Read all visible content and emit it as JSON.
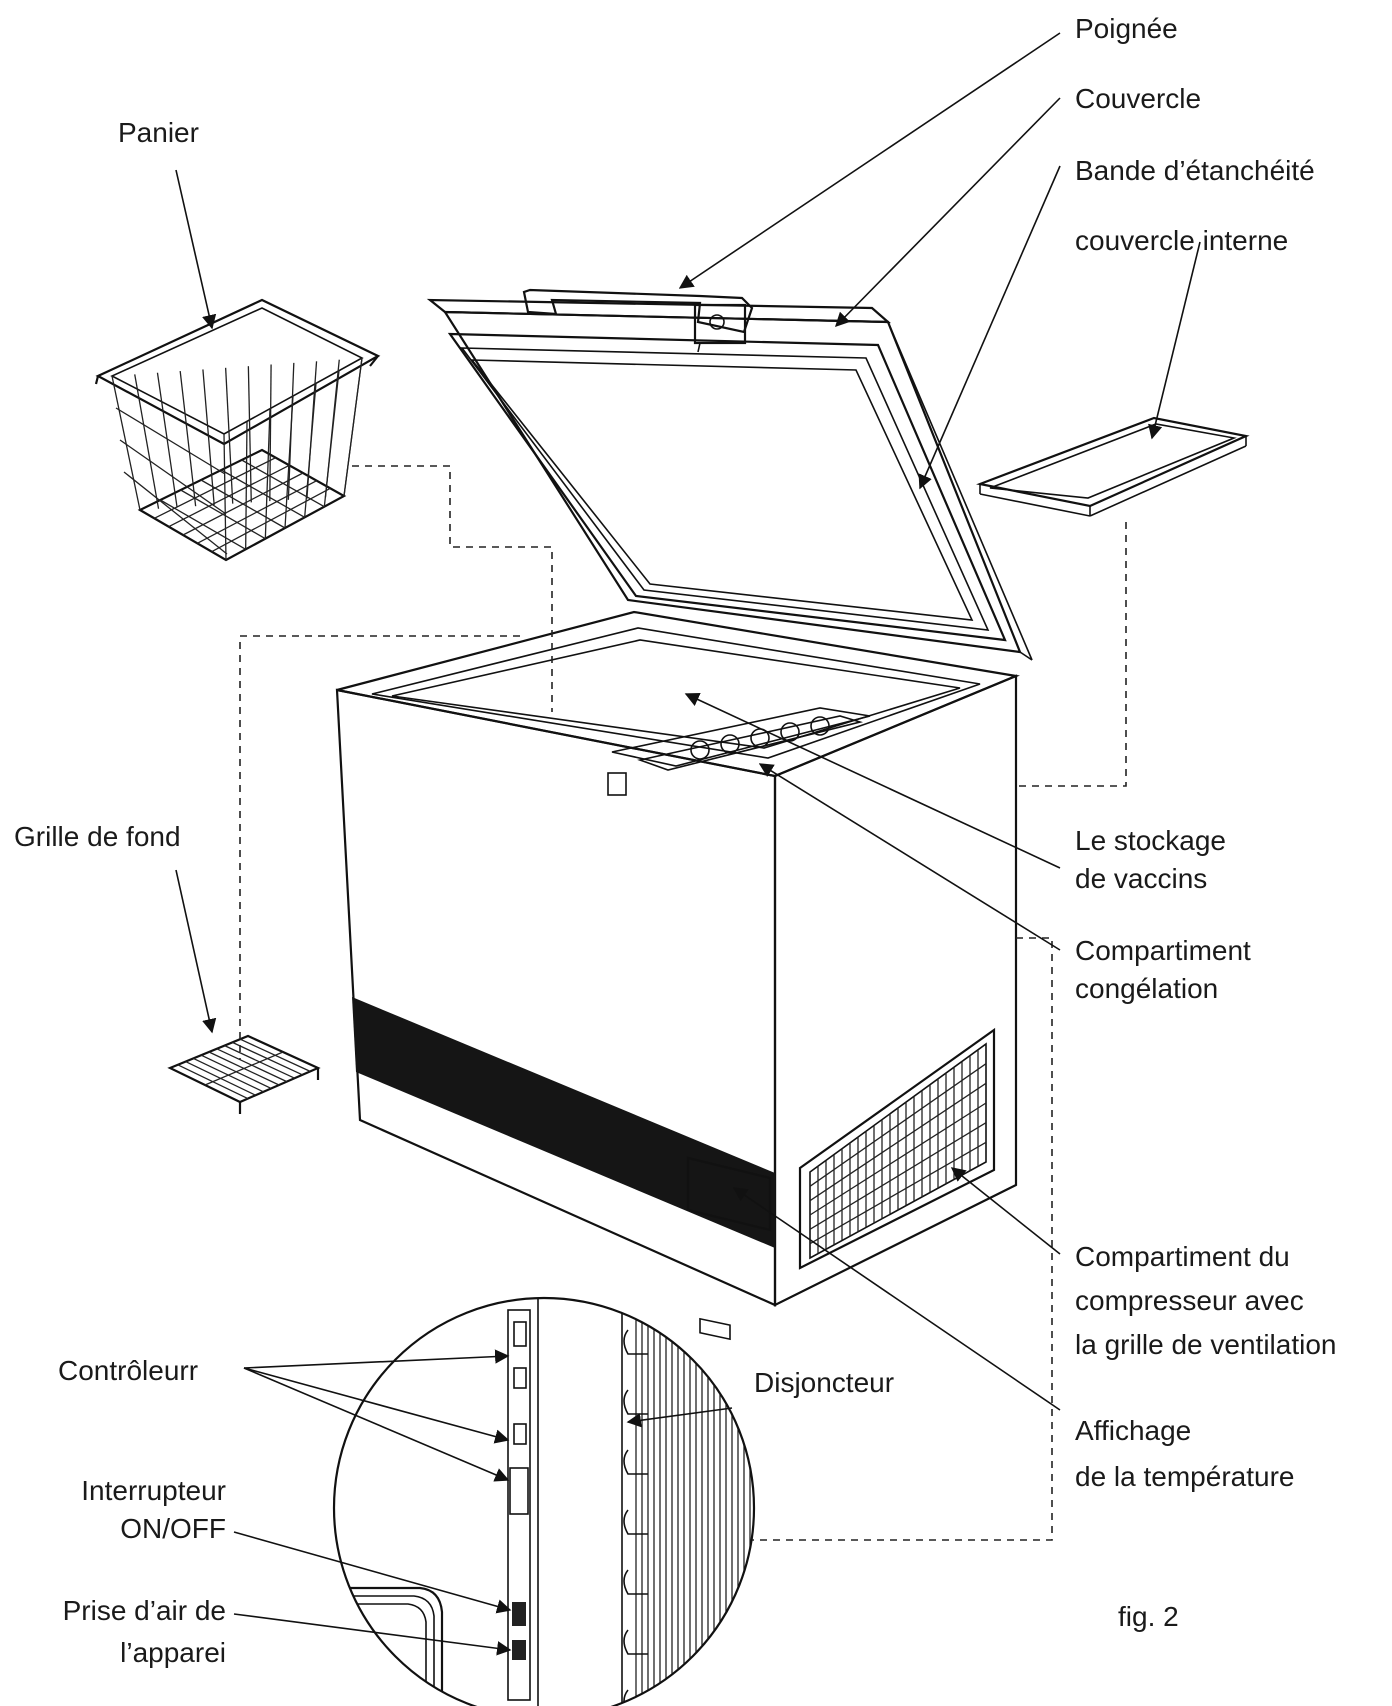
{
  "labels": {
    "poignee": "Poignée",
    "couvercle": "Couvercle",
    "bande_line1": "Bande d’étanchéité",
    "bande_line2": "couvercle interne",
    "panier": "Panier",
    "grille_de_fond": "Grille de fond",
    "stockage_line1": "Le stockage",
    "stockage_line2": "de vaccins",
    "congelation_line1": "Compartiment",
    "congelation_line2": "congélation",
    "compresseur_line1": "Compartiment du",
    "compresseur_line2": "compresseur avec",
    "compresseur_line3": "la grille de ventilation",
    "controleur": "Contrôleurr",
    "disjoncteur": "Disjoncteur",
    "affichage_line1": "Affichage",
    "affichage_line2": "de la température",
    "interrupteur_line1": "Interrupteur",
    "interrupteur_line2": "ON/OFF",
    "prise_line1": "Prise d’air de",
    "prise_line2": "l’apparei",
    "figure": "fig. 2"
  }
}
